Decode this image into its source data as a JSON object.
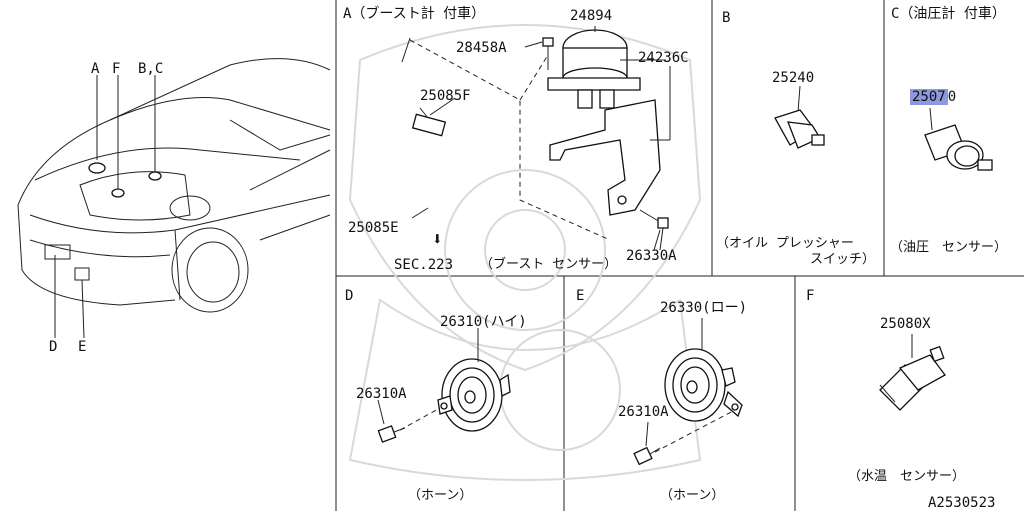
{
  "sections": {
    "A": {
      "title": "A（ブースト計 付車）"
    },
    "B": {
      "title": "B"
    },
    "C": {
      "title": "C（油圧計 付車）"
    },
    "D": {
      "title": "D"
    },
    "E": {
      "title": "E"
    },
    "F": {
      "title": "F"
    }
  },
  "car_labels": {
    "A": "A",
    "F": "F",
    "BC": "B,C",
    "D": "D",
    "E": "E"
  },
  "parts": {
    "p24894": "24894",
    "p28458A": "28458A",
    "p24236C": "24236C",
    "p25085F": "25085F",
    "p25085E": "25085E",
    "p26330A": "26330A",
    "p25240": "25240",
    "p25070_hl": "2507",
    "p25070_rest": "0",
    "p26310": "26310(ハイ)",
    "p26310A_d": "26310A",
    "p26330": "26330(ロー)",
    "p26310A_e": "26310A",
    "p25080X": "25080X"
  },
  "sec_ref": {
    "arrow": "⬇",
    "label": "SEC.223"
  },
  "captions": {
    "boost_sensor": "（ブースト センサー）",
    "oil_switch_line1": "（オイル プレッシャー",
    "oil_switch_line2": "スイッチ）",
    "oil_sensor": "（油圧　センサー）",
    "horn_d": "（ホーン）",
    "horn_e": "（ホーン）",
    "water_temp": "（水温　センサー）"
  },
  "diagram_id": "A2530523",
  "colors": {
    "highlight": "#8f97de",
    "ink": "#111111",
    "watermark": "#d9d9d9"
  }
}
